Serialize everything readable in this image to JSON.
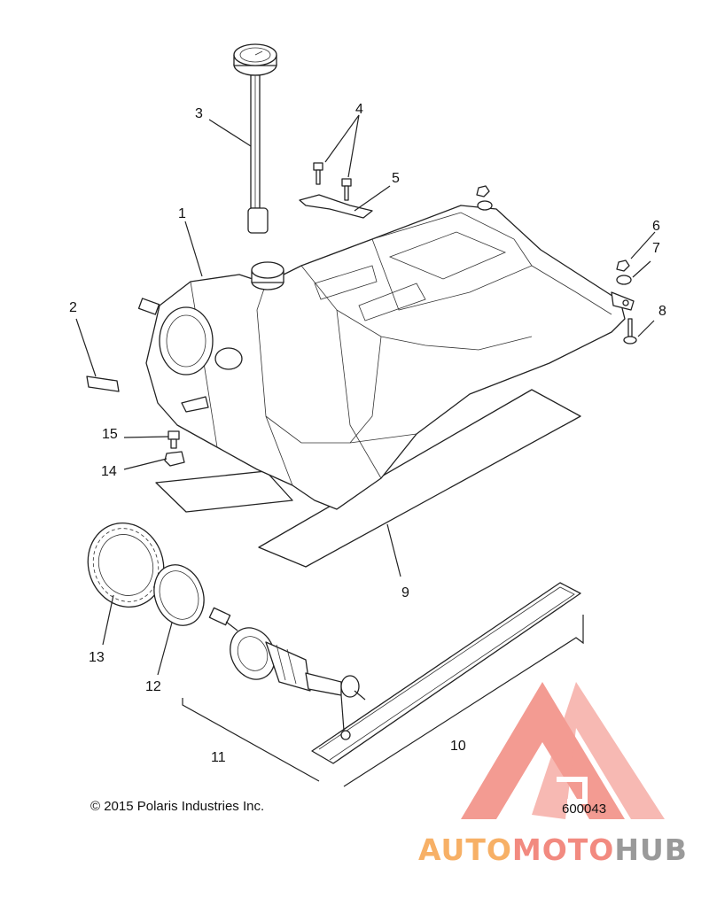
{
  "callouts": [
    {
      "id": "1",
      "label": "1"
    },
    {
      "id": "2",
      "label": "2"
    },
    {
      "id": "3",
      "label": "3"
    },
    {
      "id": "4",
      "label": "4"
    },
    {
      "id": "5",
      "label": "5"
    },
    {
      "id": "6",
      "label": "6"
    },
    {
      "id": "7",
      "label": "7"
    },
    {
      "id": "8",
      "label": "8"
    },
    {
      "id": "9",
      "label": "9"
    },
    {
      "id": "10",
      "label": "10"
    },
    {
      "id": "11",
      "label": "11"
    },
    {
      "id": "12",
      "label": "12"
    },
    {
      "id": "13",
      "label": "13"
    },
    {
      "id": "14",
      "label": "14"
    },
    {
      "id": "15",
      "label": "15"
    }
  ],
  "footer": {
    "copyright": "© 2015 Polaris Industries Inc.",
    "figure_number": "600043"
  },
  "watermark": {
    "part1": "AUTO",
    "part2": "MOTO",
    "part3": "HUB",
    "colors": {
      "auto": "#f7b066",
      "moto": "#f28a80",
      "hub": "#9a9a9a",
      "logo": "#f28a80"
    }
  }
}
